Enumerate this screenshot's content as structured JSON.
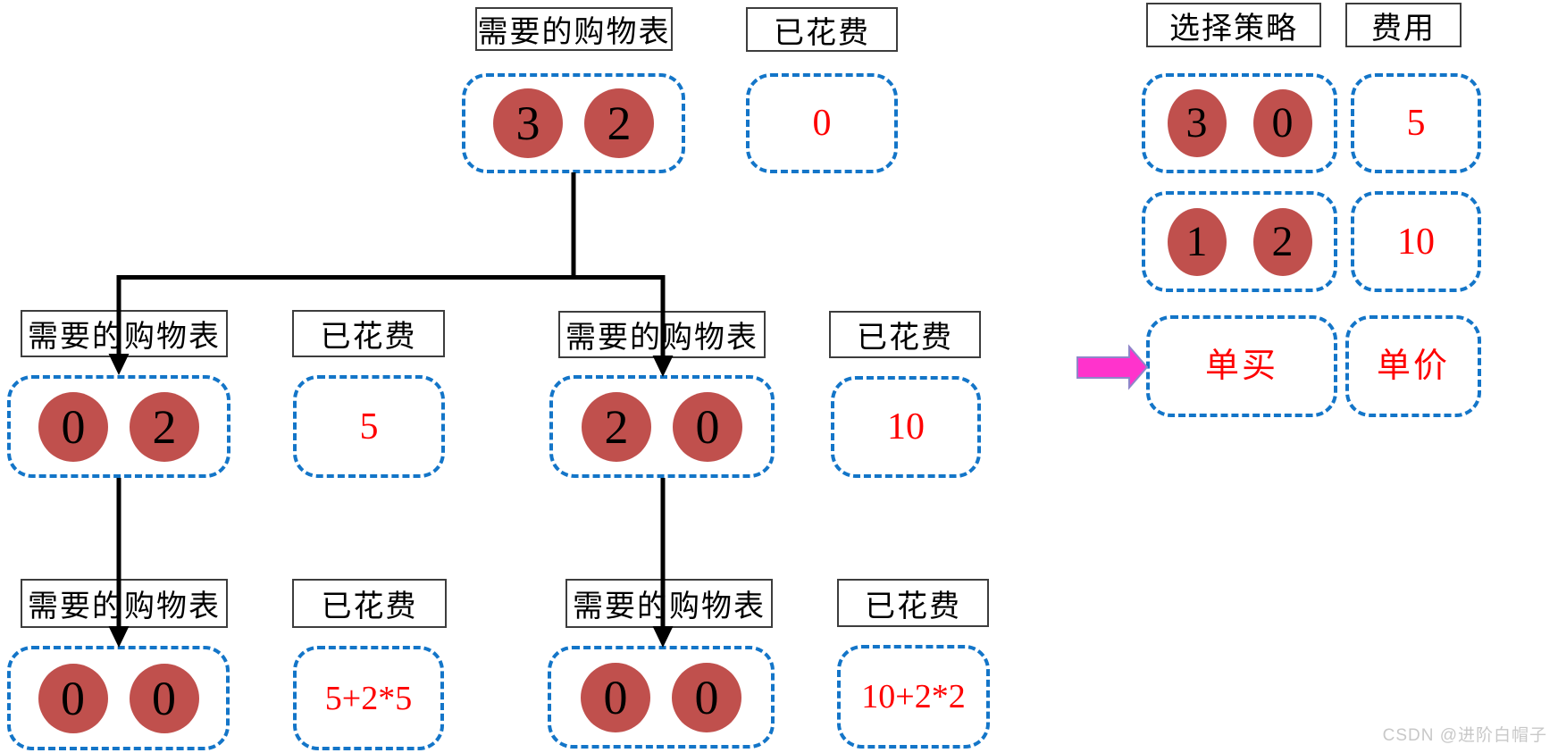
{
  "labels": {
    "shopping_list": "需要的购物表",
    "spent": "已花费"
  },
  "tree": {
    "root": {
      "items": [
        "3",
        "2"
      ],
      "spent": "0"
    },
    "l2_left": {
      "items": [
        "0",
        "2"
      ],
      "spent": "5"
    },
    "l2_right": {
      "items": [
        "2",
        "0"
      ],
      "spent": "10"
    },
    "l3_left": {
      "items": [
        "0",
        "0"
      ],
      "spent": "5+2*5"
    },
    "l3_right": {
      "items": [
        "0",
        "0"
      ],
      "spent": "10+2*2"
    }
  },
  "strategy_panel": {
    "strategy_header": "选择策略",
    "cost_header": "费用",
    "rows": [
      {
        "counts": [
          "3",
          "0"
        ],
        "cost": "5"
      },
      {
        "counts": [
          "1",
          "2"
        ],
        "cost": "10"
      },
      {
        "strategy": "单买",
        "cost": "单价"
      }
    ]
  },
  "watermark": "CSDN @进阶白帽子",
  "colors": {
    "dashed_border_blue": "#1375c8",
    "circle_fill_red": "#c0504d",
    "value_text_red": "#fe0000",
    "arrow_magenta": "#ff33cc",
    "connector_black": "#000000",
    "label_border_gray": "#3d3d3d",
    "watermark_gray": "#c8c8c8"
  }
}
